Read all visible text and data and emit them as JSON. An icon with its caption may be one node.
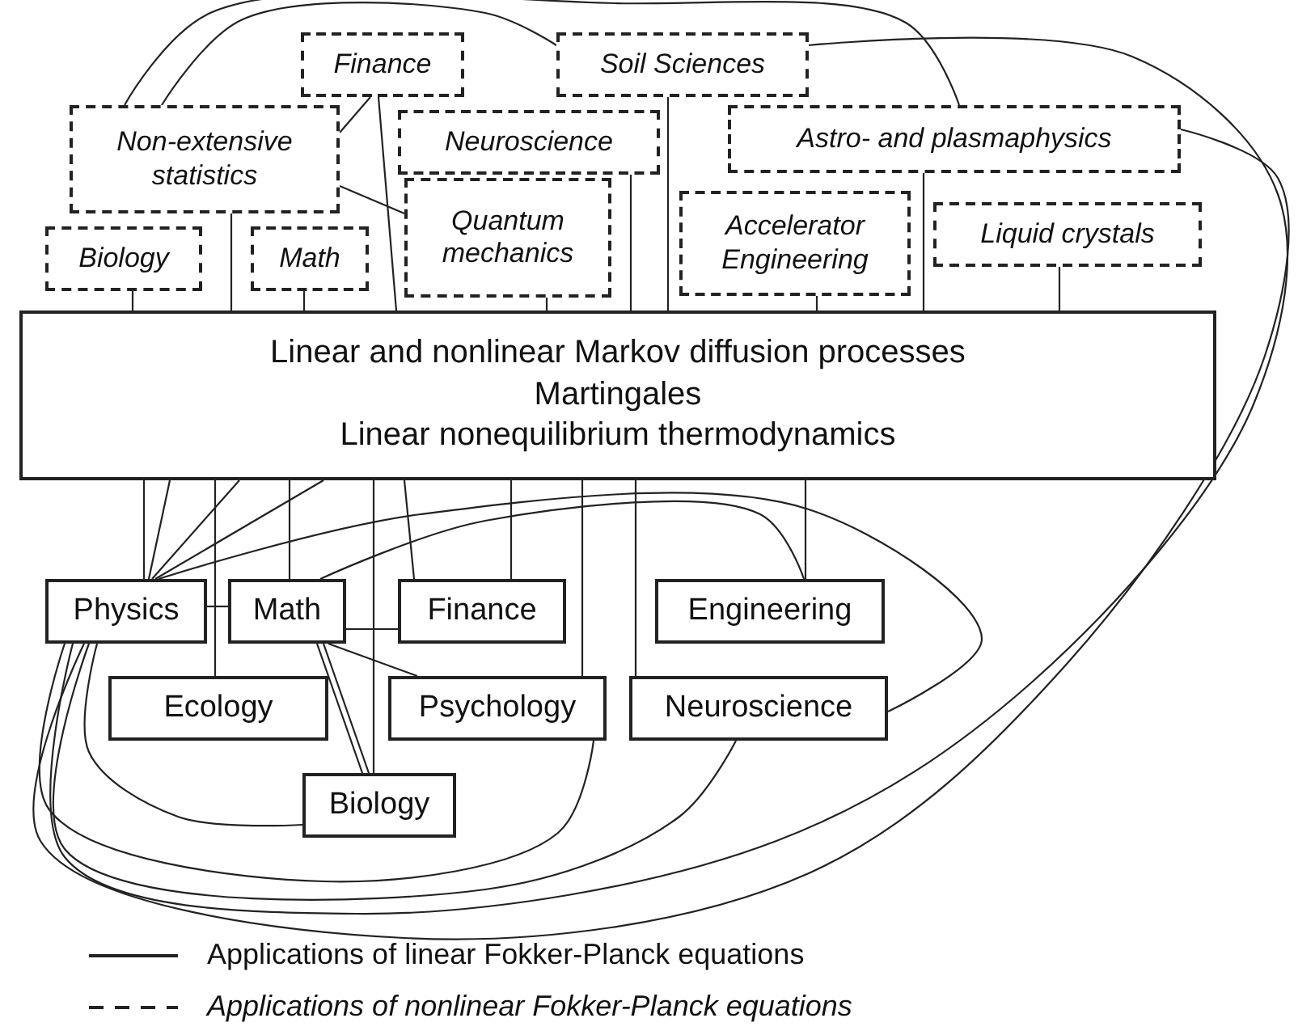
{
  "diagram": {
    "nodes": [
      {
        "text": [
          "Non-extensive statistics"
        ]
      },
      {
        "text": [
          "Finance"
        ]
      },
      {
        "text": [
          "Soil Sciences"
        ]
      },
      {
        "text": [
          "Neuroscience"
        ]
      },
      {
        "text": [
          "Astro- and plasmaphysics"
        ]
      },
      {
        "text": [
          "Biology"
        ]
      },
      {
        "text": [
          "Math"
        ]
      },
      {
        "text": [
          "Quantum mechanics"
        ]
      },
      {
        "text": [
          "Accelerator Engineering"
        ]
      },
      {
        "text": [
          "Liquid crystals"
        ]
      },
      {
        "text": [
          "Linear and nonlinear Markov diffusion processes",
          "Martingales",
          "Linear nonequilibrium thermodynamics"
        ]
      },
      {
        "text": [
          "Physics"
        ]
      },
      {
        "text": [
          "Math"
        ]
      },
      {
        "text": [
          "Finance"
        ]
      },
      {
        "text": [
          "Engineering"
        ]
      },
      {
        "text": [
          "Ecology"
        ]
      },
      {
        "text": [
          "Psychology"
        ]
      },
      {
        "text": [
          "Neuroscience"
        ]
      },
      {
        "text": [
          "Biology"
        ]
      }
    ],
    "edges": [
      {
        "from": 5,
        "to": 10,
        "arrow": "none"
      },
      {
        "from": 0,
        "to": 10,
        "arrow": "none"
      },
      {
        "from": 6,
        "to": 10,
        "arrow": "none"
      },
      {
        "from": 1,
        "to": 10,
        "arrow": "none"
      },
      {
        "from": 1,
        "to": 0,
        "arrow": "none"
      },
      {
        "from": 0,
        "to": 7,
        "arrow": "none"
      },
      {
        "from": 7,
        "to": 10,
        "arrow": "none"
      },
      {
        "from": 3,
        "to": 10,
        "arrow": "none"
      },
      {
        "from": 2,
        "to": 10,
        "arrow": "none"
      },
      {
        "from": 8,
        "to": 10,
        "arrow": "none"
      },
      {
        "from": 4,
        "to": 10,
        "arrow": "none"
      },
      {
        "from": 9,
        "to": 10,
        "arrow": "none"
      },
      {
        "from": 0,
        "to": 2,
        "arrow": "none"
      },
      {
        "from": 0,
        "to": 4,
        "arrow": "none"
      },
      {
        "from": 2,
        "to": 11,
        "arrow": "none"
      },
      {
        "from": 4,
        "to": 11,
        "arrow": "none"
      },
      {
        "from": 10,
        "to": 11,
        "arrow": "none"
      },
      {
        "from": 10,
        "to": 11,
        "arrow": "none"
      },
      {
        "from": 10,
        "to": 11,
        "arrow": "none"
      },
      {
        "from": 10,
        "to": 11,
        "arrow": "none"
      },
      {
        "from": 10,
        "to": 12,
        "arrow": "none"
      },
      {
        "from": 10,
        "to": 15,
        "arrow": "none"
      },
      {
        "from": 10,
        "to": 13,
        "arrow": "none"
      },
      {
        "from": 10,
        "to": 18,
        "arrow": "none"
      },
      {
        "from": 10,
        "to": 13,
        "arrow": "none"
      },
      {
        "from": 10,
        "to": 16,
        "arrow": "none"
      },
      {
        "from": 10,
        "to": 17,
        "arrow": "none"
      },
      {
        "from": 10,
        "to": 14,
        "arrow": "none"
      },
      {
        "from": 11,
        "to": 12,
        "arrow": "none"
      },
      {
        "from": 12,
        "to": 13,
        "arrow": "none"
      },
      {
        "from": 12,
        "to": 16,
        "arrow": "none"
      },
      {
        "from": 12,
        "to": 18,
        "arrow": "none"
      },
      {
        "from": 12,
        "to": 18,
        "arrow": "none"
      },
      {
        "from": 11,
        "to": 18,
        "arrow": "none"
      },
      {
        "from": 12,
        "to": 14,
        "arrow": "none"
      },
      {
        "from": 11,
        "to": 17,
        "arrow": "none"
      },
      {
        "from": 16,
        "to": 11,
        "arrow": "none"
      },
      {
        "from": 17,
        "to": 11,
        "arrow": "none"
      }
    ],
    "legend": [
      {
        "text": "Applications of linear Fokker-Planck equations"
      },
      {
        "text": "Applications of nonlinear Fokker-Planck equations"
      }
    ]
  }
}
